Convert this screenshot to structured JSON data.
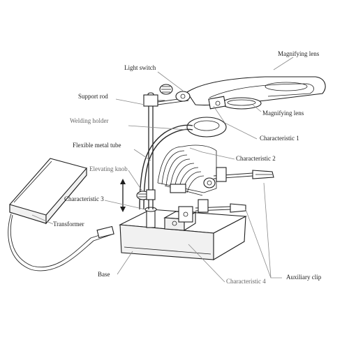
{
  "labels": {
    "magnifying_lens_top": "Magnifying lens",
    "light_switch": "Light switch",
    "support_rod": "Support rod",
    "magnifying_lens_mid": "Magnifying lens",
    "welding_holder": "Welding holder",
    "characteristic_1": "Characteristic 1",
    "flexible_metal_tube": "Flexible metal tube",
    "characteristic_2": "Characteristic 2",
    "elevating_knob": "Elevating knob",
    "characteristic_3": "Characteristic 3",
    "transformer": "Transformer",
    "base": "Base",
    "characteristic_4": "Characteristic 4",
    "auxiliary_clip": "Auxiliary clip"
  },
  "colors": {
    "line": "#2a2a2a",
    "light_label": "#666666",
    "dark_label": "#222222",
    "background": "#ffffff"
  }
}
